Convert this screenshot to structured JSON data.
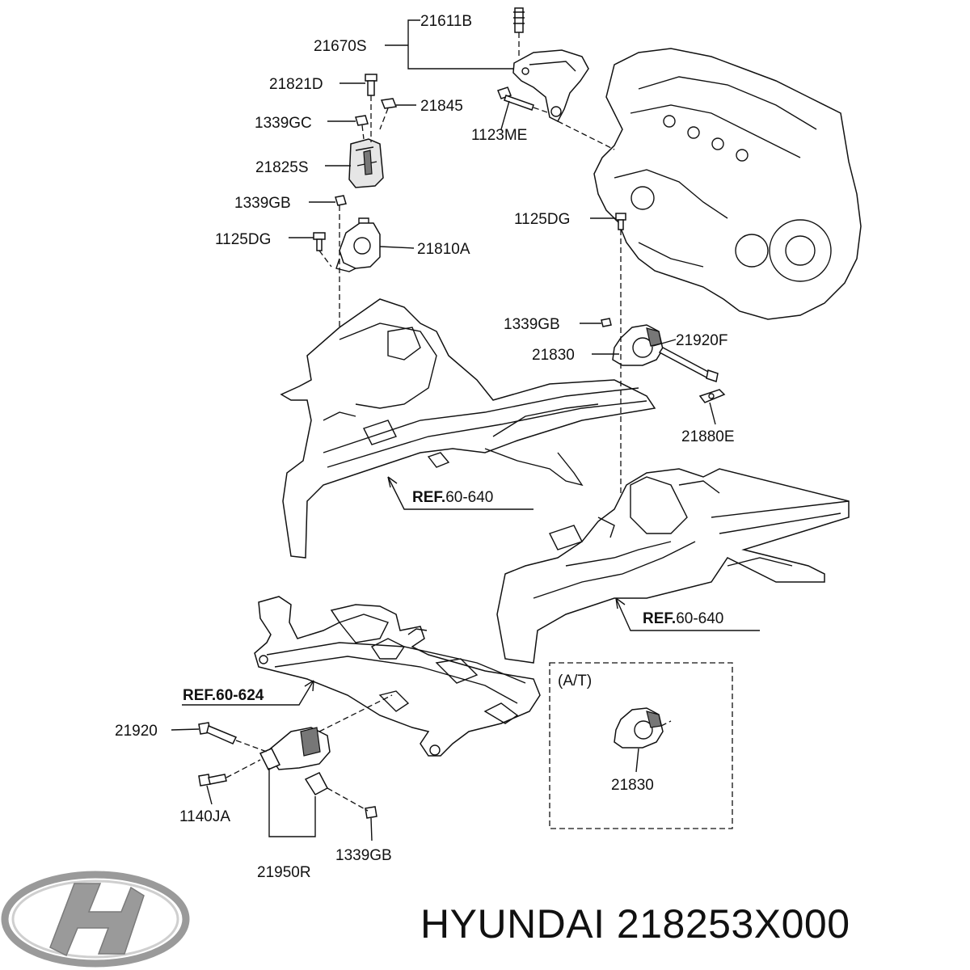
{
  "labels": {
    "p21611B": "21611B",
    "p21670S": "21670S",
    "p21821D": "21821D",
    "p21845": "21845",
    "p1339GC": "1339GC",
    "p1123ME": "1123ME",
    "p21825S": "21825S",
    "p1339GB_a": "1339GB",
    "p1125DG_a": "1125DG",
    "p21810A": "21810A",
    "p1125DG_b": "1125DG",
    "p1339GB_b": "1339GB",
    "p21920F": "21920F",
    "p21830_a": "21830",
    "p21880E": "21880E",
    "p21920": "21920",
    "p1140JA": "1140JA",
    "p1339GB_c": "1339GB",
    "p21950R": "21950R",
    "p21830_b": "21830"
  },
  "refs": {
    "ref1_prefix": "REF.",
    "ref1_num": "60-640",
    "ref2_prefix": "REF.",
    "ref2_num": "60-640",
    "ref3": "REF.60-624"
  },
  "at_box": {
    "title": "(A/T)"
  },
  "footer": {
    "brand_text": "HYUNDAI 218253X000"
  },
  "colors": {
    "ink": "#111111",
    "logo_gray": "#9a9a9a"
  },
  "icons": {
    "logo": "hyundai-logo-icon"
  }
}
